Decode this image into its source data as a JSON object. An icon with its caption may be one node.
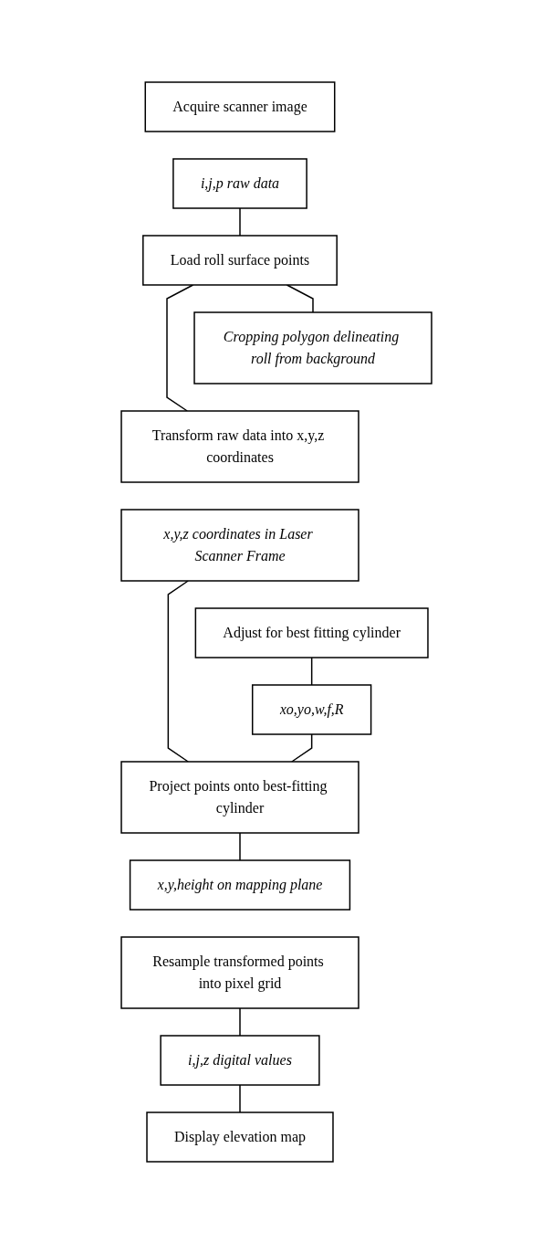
{
  "diagram": {
    "nodes": [
      {
        "text": [
          "Acquire scanner image"
        ]
      },
      {
        "text": [
          "i,j,p raw data"
        ]
      },
      {
        "text": [
          "Load roll surface points"
        ]
      },
      {
        "text": [
          "Cropping polygon delineating roll from background"
        ]
      },
      {
        "text": [
          "Transform raw data into x,y,z coordinates"
        ]
      },
      {
        "text": [
          "x,y,z coordinates in Laser Scanner Frame"
        ]
      },
      {
        "text": [
          "Adjust for best fitting cylinder"
        ]
      },
      {
        "text": [
          "xo,yo,w,f,R"
        ]
      },
      {
        "text": [
          "Project points onto best-fitting cylinder"
        ]
      },
      {
        "text": [
          "x,y,height on mapping plane"
        ]
      },
      {
        "text": [
          "Resample transformed points into pixel grid"
        ]
      },
      {
        "text": [
          "i,j,z digital values"
        ]
      },
      {
        "text": [
          "Display elevation map"
        ]
      }
    ],
    "edges": [
      {
        "from": 1,
        "to": 2,
        "arrow": "none"
      },
      {
        "from": 2,
        "to": 3,
        "arrow": "none"
      },
      {
        "from": 2,
        "to": 4,
        "arrow": "none"
      },
      {
        "from": 5,
        "to": 8,
        "arrow": "none"
      },
      {
        "from": 6,
        "to": 7,
        "arrow": "none"
      },
      {
        "from": 7,
        "to": 8,
        "arrow": "none"
      },
      {
        "from": 8,
        "to": 9,
        "arrow": "none"
      },
      {
        "from": 10,
        "to": 11,
        "arrow": "none"
      },
      {
        "from": 11,
        "to": 12,
        "arrow": "none"
      }
    ]
  }
}
